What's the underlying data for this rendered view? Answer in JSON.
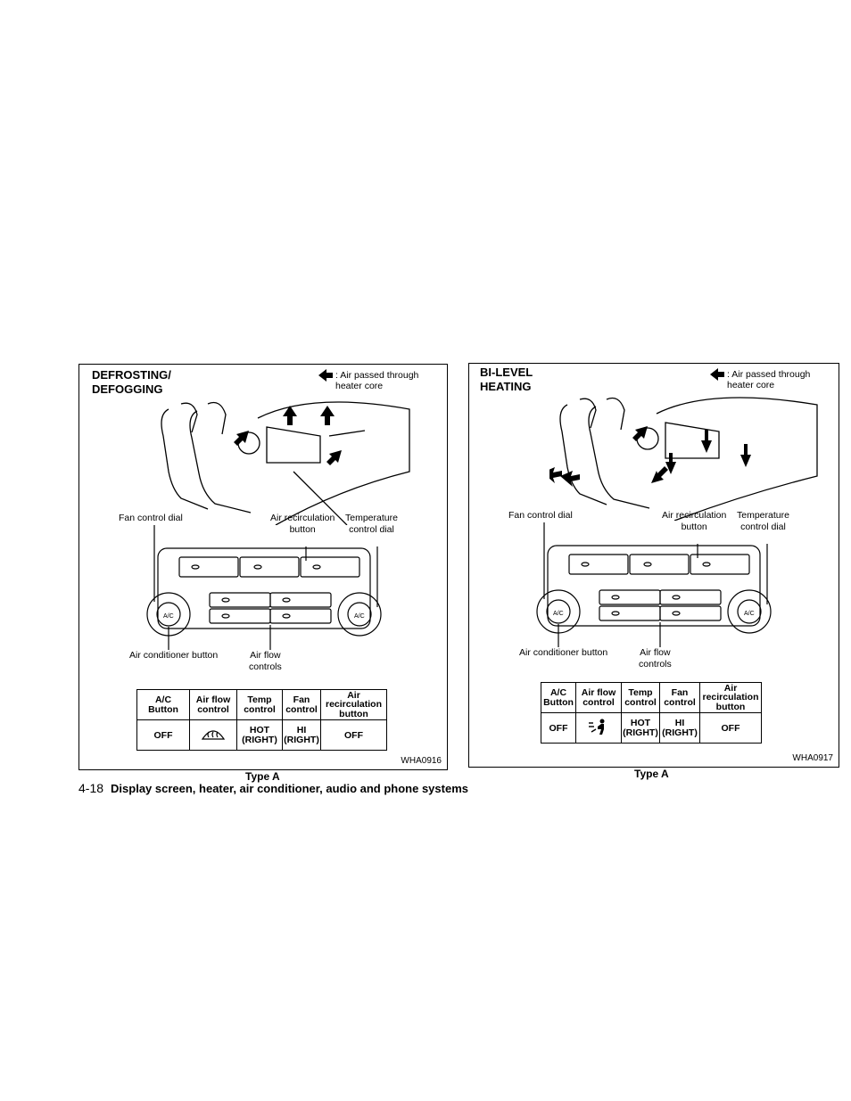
{
  "panels": [
    {
      "title": "DEFROSTING/\nDEFOGGING",
      "legend": ": Air passed through\nheater core",
      "callouts": {
        "fan_dial": "Fan control dial",
        "recirc": "Air recirculation\nbutton",
        "temp_dial": "Temperature\ncontrol dial",
        "ac_button": "Air conditioner button",
        "airflow": "Air flow\ncontrols"
      },
      "table": {
        "headers": [
          "A/C\nButton",
          "Air flow\ncontrol",
          "Temp\ncontrol",
          "Fan\ncontrol",
          "Air\nrecirculation\nbutton"
        ],
        "values": [
          "OFF",
          "",
          "HOT\n(RIGHT)",
          "HI\n(RIGHT)",
          "OFF"
        ],
        "airflow_icon": "defrost-icon"
      },
      "code": "WHA0916",
      "caption": "Type A"
    },
    {
      "title": "BI-LEVEL\nHEATING",
      "legend": ": Air passed through\nheater core",
      "callouts": {
        "fan_dial": "Fan control dial",
        "recirc": "Air recirculation\nbutton",
        "temp_dial": "Temperature\ncontrol dial",
        "ac_button": "Air conditioner button",
        "airflow": "Air flow\ncontrols"
      },
      "table": {
        "headers": [
          "A/C\nButton",
          "Air flow\ncontrol",
          "Temp\ncontrol",
          "Fan\ncontrol",
          "Air\nrecirculation\nbutton"
        ],
        "values": [
          "OFF",
          "",
          "HOT\n(RIGHT)",
          "HI\n(RIGHT)",
          "OFF"
        ],
        "airflow_icon": "bi-level-icon"
      },
      "code": "WHA0917",
      "caption": "Type A"
    }
  ],
  "control_labels": {
    "ac": "A/C"
  },
  "footer": {
    "page_number": "4-18",
    "section_title": "Display screen, heater, air conditioner, audio and phone systems"
  }
}
